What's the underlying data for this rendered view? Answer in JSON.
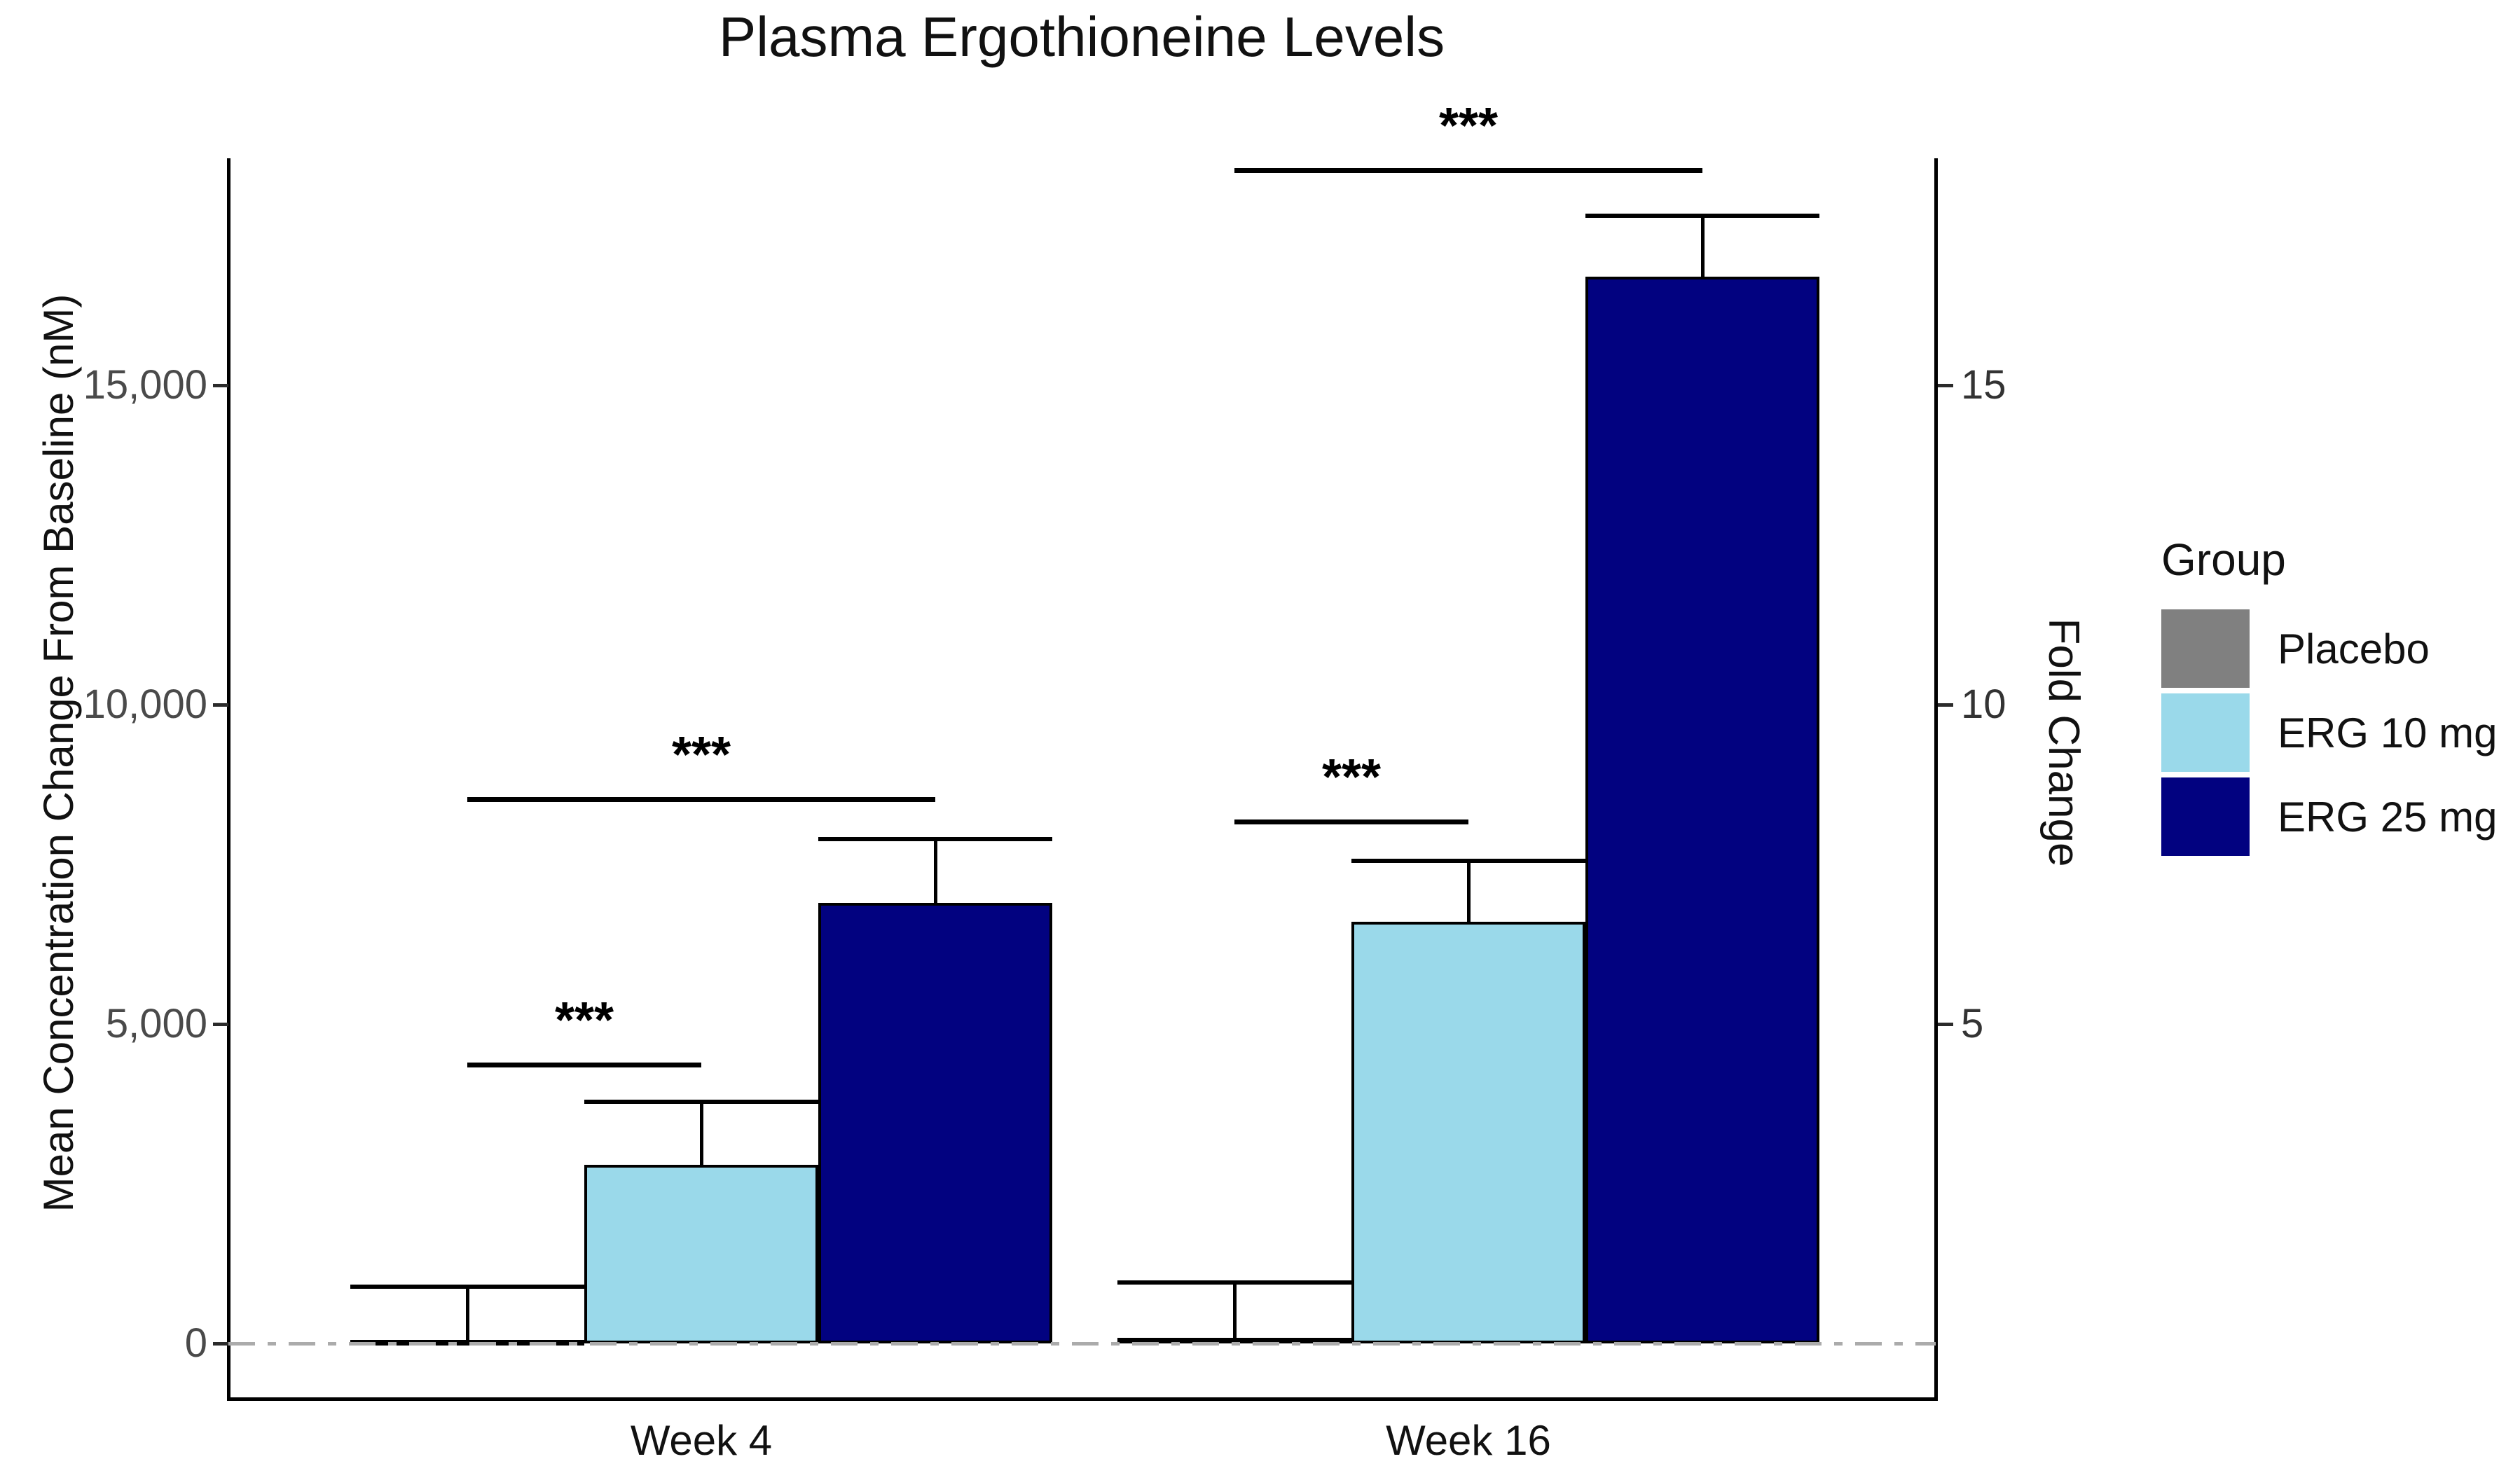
{
  "title": "Plasma Ergothioneine Levels",
  "legend": {
    "title": "Group",
    "items": [
      {
        "label": "Placebo",
        "color": "#808080"
      },
      {
        "label": "ERG 10 mg",
        "color": "#9AD9EA"
      },
      {
        "label": "ERG 25 mg",
        "color": "#020280"
      }
    ]
  },
  "chart_data": {
    "type": "bar",
    "title": "Plasma Ergothioneine Levels",
    "categories": [
      "Week 4",
      "Week 16"
    ],
    "series": [
      {
        "name": "Placebo",
        "color": "#808080",
        "values": [
          30,
          90
        ],
        "errors": [
          860,
          860
        ]
      },
      {
        "name": "ERG 10 mg",
        "color": "#9AD9EA",
        "values": [
          2800,
          6600
        ],
        "errors": [
          980,
          950
        ]
      },
      {
        "name": "ERG 25 mg",
        "color": "#020280",
        "values": [
          6900,
          16700
        ],
        "errors": [
          1000,
          950
        ]
      }
    ],
    "ylabel_left": "Mean Concentration Change From Baseline (nM)",
    "ylabel_right": "Fold Change",
    "y_ticks_left": [
      0,
      5000,
      10000,
      15000
    ],
    "y_tick_labels_left": [
      "0",
      "5,000",
      "10,000",
      "15,000"
    ],
    "y_ticks_right": [
      5,
      10,
      15
    ],
    "right_axis_units_per_left_unit": 0.001,
    "ylim": [
      -870,
      18550
    ],
    "grid": "off",
    "legend_position": "right",
    "baseline": {
      "value": 0,
      "style": "dash-dot",
      "color": "#ababab"
    },
    "significance": [
      {
        "category": "Week 4",
        "from": "Placebo",
        "to": "ERG 10 mg",
        "label": "***",
        "y": 4400
      },
      {
        "category": "Week 4",
        "from": "Placebo",
        "to": "ERG 25 mg",
        "label": "***",
        "y": 8550
      },
      {
        "category": "Week 16",
        "from": "Placebo",
        "to": "ERG 10 mg",
        "label": "***",
        "y": 8200
      },
      {
        "category": "Week 16",
        "from": "Placebo",
        "to": "ERG 25 mg",
        "label": "***",
        "y": 18400
      }
    ]
  }
}
